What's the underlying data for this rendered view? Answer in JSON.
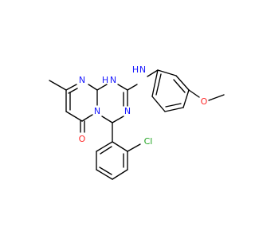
{
  "structure": {
    "atoms": {
      "N_pyr_top": "N",
      "N_ring_H": "H",
      "N_ring_H_N": "N",
      "N_amino_H": "H",
      "N_amino_N": "N",
      "N_bridge": "N",
      "N_triazine": "N",
      "O_carbonyl": "O",
      "O_methoxy": "O",
      "Cl": "Cl"
    },
    "colors": {
      "nitrogen": "#1a1aff",
      "oxygen": "#ff2a2a",
      "chlorine": "#1fa31f",
      "bond": "#000000"
    }
  }
}
